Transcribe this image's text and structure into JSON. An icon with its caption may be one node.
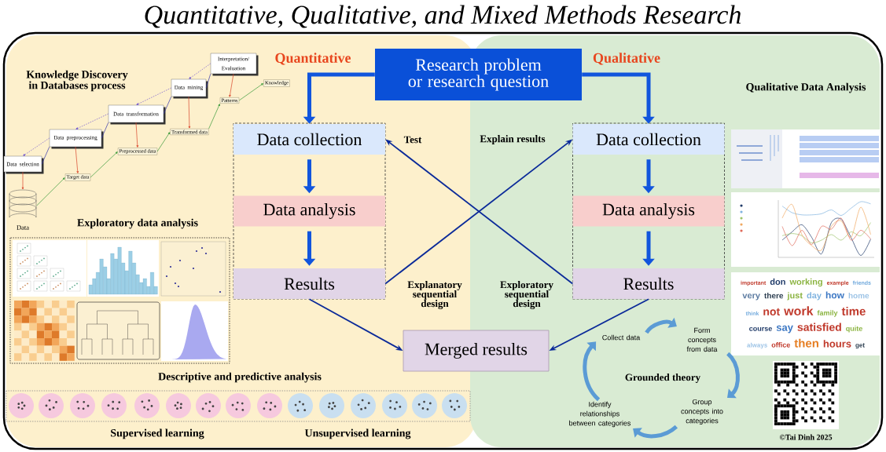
{
  "diagram": {
    "title": "Quantitative, Qualitative, and Mixed Methods Research",
    "nodes": [
      {
        "text": [
          "Research problem or research question"
        ]
      },
      {
        "text": [],
        "shape": "box"
      },
      {
        "text": [
          "Data collection"
        ],
        "in": 1
      },
      {
        "text": [
          "Data analysis"
        ],
        "in": 1
      },
      {
        "text": [
          "Results"
        ],
        "in": 1
      },
      {
        "text": [],
        "shape": "box"
      },
      {
        "text": [
          "Data collection"
        ],
        "in": 5
      },
      {
        "text": [
          "Data analysis"
        ],
        "in": 5
      },
      {
        "text": [
          "Results"
        ],
        "in": 5
      },
      {
        "text": [
          "Merged results"
        ]
      },
      {
        "text": [
          "Collect data"
        ]
      },
      {
        "text": [
          "Form concepts from data"
        ]
      },
      {
        "text": [
          "Group concepts into categories"
        ]
      },
      {
        "text": [
          "Identify relationships between categories"
        ]
      },
      {
        "text": [
          "Data"
        ]
      },
      {
        "text": [
          "Data selection"
        ]
      },
      {
        "text": [
          "Target data"
        ]
      },
      {
        "text": [
          "Data preprocessing"
        ]
      },
      {
        "text": [
          "Preprocessed data"
        ]
      },
      {
        "text": [
          "Data transformation"
        ]
      },
      {
        "text": [
          "Transformed data"
        ]
      },
      {
        "text": [
          "Data mining"
        ]
      },
      {
        "text": [
          "Patterns"
        ]
      },
      {
        "text": [
          "Interpretation/ Evaluation"
        ]
      },
      {
        "text": [
          "Knowledge"
        ]
      }
    ],
    "edges": [
      {
        "from": 0,
        "to": 2,
        "arrow": "to",
        "style": "thick",
        "color": "#1155dd"
      },
      {
        "from": 0,
        "to": 6,
        "arrow": "to",
        "style": "thick",
        "color": "#1155dd"
      },
      {
        "from": 2,
        "to": 3,
        "arrow": "to",
        "style": "thick",
        "color": "#1155dd"
      },
      {
        "from": 3,
        "to": 4,
        "arrow": "to",
        "style": "thick",
        "color": "#1155dd"
      },
      {
        "from": 6,
        "to": 7,
        "arrow": "to",
        "style": "thick",
        "color": "#1155dd"
      },
      {
        "from": 7,
        "to": 8,
        "arrow": "to",
        "style": "thick",
        "color": "#1155dd"
      },
      {
        "from": 4,
        "to": 6,
        "arrow": "to",
        "label": "Explain results"
      },
      {
        "from": 8,
        "to": 2,
        "arrow": "to",
        "label": "Test"
      },
      {
        "from": 4,
        "to": 9,
        "arrow": "to"
      },
      {
        "from": 8,
        "to": 9,
        "arrow": "to"
      },
      {
        "from": 10,
        "to": 11,
        "arrow": "to",
        "style": "thick",
        "color": "#5b9bd5"
      },
      {
        "from": 11,
        "to": 12,
        "arrow": "to",
        "style": "thick",
        "color": "#5b9bd5"
      },
      {
        "from": 12,
        "to": 13,
        "arrow": "to",
        "style": "thick",
        "color": "#5b9bd5"
      },
      {
        "from": 13,
        "to": 10,
        "arrow": "to",
        "style": "thick",
        "color": "#5b9bd5"
      },
      {
        "from": 15,
        "to": 14,
        "arrow": "to",
        "color": "#d9452b"
      },
      {
        "from": 17,
        "to": 16,
        "arrow": "to",
        "color": "#d9452b"
      },
      {
        "from": 19,
        "to": 18,
        "arrow": "to",
        "color": "#d9452b"
      },
      {
        "from": 21,
        "to": 20,
        "arrow": "to",
        "color": "#d9452b"
      },
      {
        "from": 23,
        "to": 22,
        "arrow": "to",
        "color": "#d9452b"
      },
      {
        "from": 14,
        "to": 16,
        "arrow": "to",
        "color": "#3a9a3a"
      },
      {
        "from": 16,
        "to": 18,
        "arrow": "to",
        "color": "#3a9a3a"
      },
      {
        "from": 18,
        "to": 20,
        "arrow": "to",
        "color": "#3a9a3a"
      },
      {
        "from": 20,
        "to": 22,
        "arrow": "to",
        "color": "#3a9a3a"
      },
      {
        "from": 22,
        "to": 24,
        "arrow": "to",
        "color": "#3a9a3a"
      },
      {
        "from": 15,
        "to": 17,
        "arrow": "none",
        "color": "#3333aa"
      },
      {
        "from": 17,
        "to": 19,
        "arrow": "none",
        "color": "#3333aa"
      },
      {
        "from": 19,
        "to": 21,
        "arrow": "none",
        "color": "#3333aa"
      },
      {
        "from": 21,
        "to": 23,
        "arrow": "none",
        "color": "#3333aa"
      },
      {
        "from": 17,
        "to": 15,
        "arrow": "to",
        "style": "dashed",
        "color": "#6a4fd0"
      },
      {
        "from": 19,
        "to": 17,
        "arrow": "to",
        "style": "dashed",
        "color": "#6a4fd0"
      },
      {
        "from": 21,
        "to": 19,
        "arrow": "to",
        "style": "dashed",
        "color": "#6a4fd0"
      },
      {
        "from": 23,
        "to": 21,
        "arrow": "to",
        "style": "dashed",
        "color": "#6a4fd0"
      }
    ],
    "labels": [
      "Knowledge Discovery in Databases process",
      "Exploratory data analysis",
      "Descriptive and predictive analysis",
      "Supervised learning",
      "Unsupervised learning",
      "Explanatory sequential design",
      "Exploratory sequential design",
      "Grounded theory",
      "Qualitative Data Analysis",
      "important",
      "don",
      "working",
      "example",
      "friends",
      "very",
      "there",
      "just",
      "day",
      "how",
      "home",
      "think",
      "not",
      "work",
      "family",
      "time",
      "course",
      "say",
      "satisfied",
      "quite",
      "always",
      "office",
      "then",
      "hours",
      "get",
      "©Tai Dinh 2025",
      "Quantitative",
      "Qualitative"
    ]
  }
}
